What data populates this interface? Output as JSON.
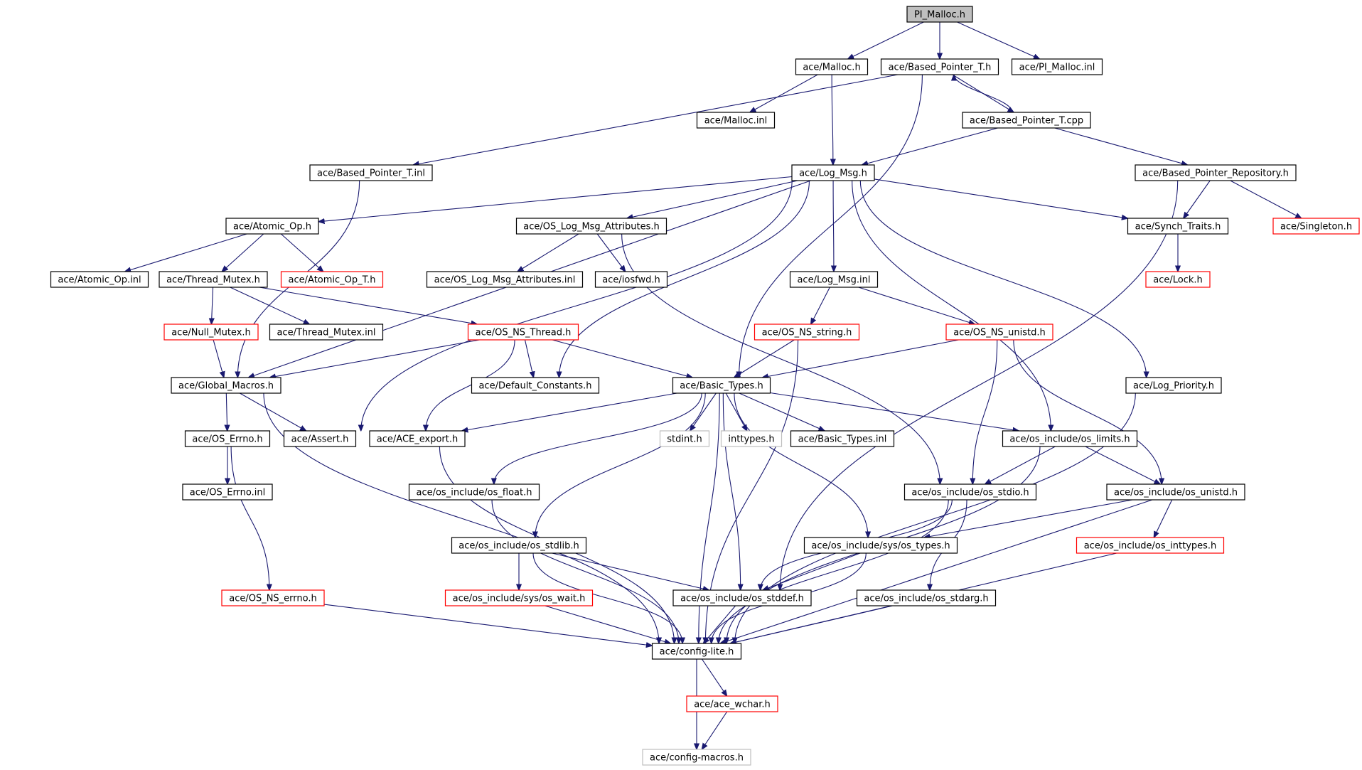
{
  "colors": {
    "edge": "#191970",
    "border_default": "#000000",
    "border_truncated": "#ff0000",
    "border_system": "#bfbfbf",
    "fill_root": "#bfbfbf",
    "fill_default": "#ffffff"
  },
  "nodes": [
    {
      "id": "pi_malloc_h",
      "label": "PI_Malloc.h",
      "kind": "root"
    },
    {
      "id": "ace_malloc_h",
      "label": "ace/Malloc.h",
      "kind": "default"
    },
    {
      "id": "ace_based_pointer_t_h",
      "label": "ace/Based_Pointer_T.h",
      "kind": "default"
    },
    {
      "id": "ace_pi_malloc_inl",
      "label": "ace/PI_Malloc.inl",
      "kind": "default"
    },
    {
      "id": "ace_malloc_inl",
      "label": "ace/Malloc.inl",
      "kind": "default"
    },
    {
      "id": "ace_based_pointer_t_cpp",
      "label": "ace/Based_Pointer_T.cpp",
      "kind": "default"
    },
    {
      "id": "ace_based_pointer_t_inl",
      "label": "ace/Based_Pointer_T.inl",
      "kind": "default"
    },
    {
      "id": "ace_log_msg_h",
      "label": "ace/Log_Msg.h",
      "kind": "default"
    },
    {
      "id": "ace_based_pointer_repository_h",
      "label": "ace/Based_Pointer_Repository.h",
      "kind": "default"
    },
    {
      "id": "ace_atomic_op_h",
      "label": "ace/Atomic_Op.h",
      "kind": "default"
    },
    {
      "id": "ace_os_log_msg_attributes_h",
      "label": "ace/OS_Log_Msg_Attributes.h",
      "kind": "default"
    },
    {
      "id": "ace_synch_traits_h",
      "label": "ace/Synch_Traits.h",
      "kind": "default"
    },
    {
      "id": "ace_singleton_h",
      "label": "ace/Singleton.h",
      "kind": "truncated"
    },
    {
      "id": "ace_atomic_op_inl",
      "label": "ace/Atomic_Op.inl",
      "kind": "default"
    },
    {
      "id": "ace_thread_mutex_h",
      "label": "ace/Thread_Mutex.h",
      "kind": "default"
    },
    {
      "id": "ace_atomic_op_t_h",
      "label": "ace/Atomic_Op_T.h",
      "kind": "truncated"
    },
    {
      "id": "ace_os_log_msg_attributes_inl",
      "label": "ace/OS_Log_Msg_Attributes.inl",
      "kind": "default"
    },
    {
      "id": "ace_iosfwd_h",
      "label": "ace/iosfwd.h",
      "kind": "default"
    },
    {
      "id": "ace_log_msg_inl",
      "label": "ace/Log_Msg.inl",
      "kind": "default"
    },
    {
      "id": "ace_lock_h",
      "label": "ace/Lock.h",
      "kind": "truncated"
    },
    {
      "id": "ace_null_mutex_h",
      "label": "ace/Null_Mutex.h",
      "kind": "truncated"
    },
    {
      "id": "ace_thread_mutex_inl",
      "label": "ace/Thread_Mutex.inl",
      "kind": "default"
    },
    {
      "id": "ace_os_ns_thread_h",
      "label": "ace/OS_NS_Thread.h",
      "kind": "truncated"
    },
    {
      "id": "ace_os_ns_string_h",
      "label": "ace/OS_NS_string.h",
      "kind": "truncated"
    },
    {
      "id": "ace_os_ns_unistd_h",
      "label": "ace/OS_NS_unistd.h",
      "kind": "truncated"
    },
    {
      "id": "ace_global_macros_h",
      "label": "ace/Global_Macros.h",
      "kind": "default"
    },
    {
      "id": "ace_default_constants_h",
      "label": "ace/Default_Constants.h",
      "kind": "default"
    },
    {
      "id": "ace_basic_types_h",
      "label": "ace/Basic_Types.h",
      "kind": "default"
    },
    {
      "id": "ace_log_priority_h",
      "label": "ace/Log_Priority.h",
      "kind": "default"
    },
    {
      "id": "ace_os_errno_h",
      "label": "ace/OS_Errno.h",
      "kind": "default"
    },
    {
      "id": "ace_assert_h",
      "label": "ace/Assert.h",
      "kind": "default"
    },
    {
      "id": "ace_ace_export_h",
      "label": "ace/ACE_export.h",
      "kind": "default"
    },
    {
      "id": "stdint_h",
      "label": "stdint.h",
      "kind": "system"
    },
    {
      "id": "inttypes_h",
      "label": "inttypes.h",
      "kind": "system"
    },
    {
      "id": "ace_basic_types_inl",
      "label": "ace/Basic_Types.inl",
      "kind": "default"
    },
    {
      "id": "ace_os_include_os_limits_h",
      "label": "ace/os_include/os_limits.h",
      "kind": "default"
    },
    {
      "id": "ace_os_errno_inl",
      "label": "ace/OS_Errno.inl",
      "kind": "default"
    },
    {
      "id": "ace_os_include_os_float_h",
      "label": "ace/os_include/os_float.h",
      "kind": "default"
    },
    {
      "id": "ace_os_include_os_stdio_h",
      "label": "ace/os_include/os_stdio.h",
      "kind": "default"
    },
    {
      "id": "ace_os_include_os_unistd_h",
      "label": "ace/os_include/os_unistd.h",
      "kind": "default"
    },
    {
      "id": "ace_os_include_os_stdlib_h",
      "label": "ace/os_include/os_stdlib.h",
      "kind": "default"
    },
    {
      "id": "ace_os_include_sys_os_types_h",
      "label": "ace/os_include/sys/os_types.h",
      "kind": "default"
    },
    {
      "id": "ace_os_include_os_inttypes_h",
      "label": "ace/os_include/os_inttypes.h",
      "kind": "truncated"
    },
    {
      "id": "ace_os_ns_errno_h",
      "label": "ace/OS_NS_errno.h",
      "kind": "truncated"
    },
    {
      "id": "ace_os_include_sys_os_wait_h",
      "label": "ace/os_include/sys/os_wait.h",
      "kind": "truncated"
    },
    {
      "id": "ace_os_include_os_stddef_h",
      "label": "ace/os_include/os_stddef.h",
      "kind": "default"
    },
    {
      "id": "ace_os_include_os_stdarg_h",
      "label": "ace/os_include/os_stdarg.h",
      "kind": "default"
    },
    {
      "id": "ace_config_lite_h",
      "label": "ace/config-lite.h",
      "kind": "default"
    },
    {
      "id": "ace_ace_wchar_h",
      "label": "ace/ace_wchar.h",
      "kind": "truncated"
    },
    {
      "id": "ace_config_macros_h",
      "label": "ace/config-macros.h",
      "kind": "system"
    }
  ],
  "edges": [
    [
      "pi_malloc_h",
      "ace_malloc_h"
    ],
    [
      "pi_malloc_h",
      "ace_based_pointer_t_h"
    ],
    [
      "pi_malloc_h",
      "ace_pi_malloc_inl"
    ],
    [
      "ace_malloc_h",
      "ace_malloc_inl"
    ],
    [
      "ace_malloc_h",
      "ace_log_msg_h"
    ],
    [
      "ace_based_pointer_t_h",
      "ace_based_pointer_t_inl"
    ],
    [
      "ace_based_pointer_t_h",
      "ace_based_pointer_t_cpp"
    ],
    [
      "ace_based_pointer_t_h",
      "ace_basic_types_h"
    ],
    [
      "ace_based_pointer_t_cpp",
      "ace_based_pointer_t_h"
    ],
    [
      "ace_based_pointer_t_cpp",
      "ace_log_msg_h"
    ],
    [
      "ace_based_pointer_t_cpp",
      "ace_based_pointer_repository_h"
    ],
    [
      "ace_based_pointer_t_inl",
      "ace_global_macros_h"
    ],
    [
      "ace_based_pointer_repository_h",
      "ace_synch_traits_h"
    ],
    [
      "ace_based_pointer_repository_h",
      "ace_singleton_h"
    ],
    [
      "ace_based_pointer_repository_h",
      "ace_os_include_os_stddef_h"
    ],
    [
      "ace_log_msg_h",
      "ace_atomic_op_h"
    ],
    [
      "ace_log_msg_h",
      "ace_os_log_msg_attributes_h"
    ],
    [
      "ace_log_msg_h",
      "ace_synch_traits_h"
    ],
    [
      "ace_log_msg_h",
      "ace_log_msg_inl"
    ],
    [
      "ace_log_msg_h",
      "ace_global_macros_h"
    ],
    [
      "ace_log_msg_h",
      "ace_assert_h"
    ],
    [
      "ace_log_msg_h",
      "ace_default_constants_h"
    ],
    [
      "ace_log_msg_h",
      "ace_log_priority_h"
    ],
    [
      "ace_log_msg_h",
      "ace_os_include_os_limits_h"
    ],
    [
      "ace_atomic_op_h",
      "ace_atomic_op_inl"
    ],
    [
      "ace_atomic_op_h",
      "ace_thread_mutex_h"
    ],
    [
      "ace_atomic_op_h",
      "ace_atomic_op_t_h"
    ],
    [
      "ace_os_log_msg_attributes_h",
      "ace_os_log_msg_attributes_inl"
    ],
    [
      "ace_os_log_msg_attributes_h",
      "ace_iosfwd_h"
    ],
    [
      "ace_os_log_msg_attributes_h",
      "ace_os_include_os_stdio_h"
    ],
    [
      "ace_synch_traits_h",
      "ace_lock_h"
    ],
    [
      "ace_thread_mutex_h",
      "ace_null_mutex_h"
    ],
    [
      "ace_thread_mutex_h",
      "ace_thread_mutex_inl"
    ],
    [
      "ace_thread_mutex_h",
      "ace_os_ns_thread_h"
    ],
    [
      "ace_null_mutex_h",
      "ace_global_macros_h"
    ],
    [
      "ace_os_ns_thread_h",
      "ace_global_macros_h"
    ],
    [
      "ace_os_ns_thread_h",
      "ace_default_constants_h"
    ],
    [
      "ace_os_ns_thread_h",
      "ace_basic_types_h"
    ],
    [
      "ace_os_ns_thread_h",
      "ace_ace_export_h"
    ],
    [
      "ace_log_msg_inl",
      "ace_os_ns_string_h"
    ],
    [
      "ace_log_msg_inl",
      "ace_os_ns_unistd_h"
    ],
    [
      "ace_os_ns_string_h",
      "ace_basic_types_h"
    ],
    [
      "ace_os_ns_string_h",
      "ace_config_lite_h"
    ],
    [
      "ace_os_ns_unistd_h",
      "ace_basic_types_h"
    ],
    [
      "ace_os_ns_unistd_h",
      "ace_os_include_os_stdio_h"
    ],
    [
      "ace_os_ns_unistd_h",
      "ace_os_include_os_unistd_h"
    ],
    [
      "ace_global_macros_h",
      "ace_os_errno_h"
    ],
    [
      "ace_global_macros_h",
      "ace_assert_h"
    ],
    [
      "ace_global_macros_h",
      "ace_config_lite_h"
    ],
    [
      "ace_os_errno_h",
      "ace_os_errno_inl"
    ],
    [
      "ace_os_errno_h",
      "ace_os_ns_errno_h"
    ],
    [
      "ace_os_ns_errno_h",
      "ace_config_lite_h"
    ],
    [
      "ace_basic_types_h",
      "ace_ace_export_h"
    ],
    [
      "ace_basic_types_h",
      "stdint_h"
    ],
    [
      "ace_basic_types_h",
      "inttypes_h"
    ],
    [
      "ace_basic_types_h",
      "ace_basic_types_inl"
    ],
    [
      "ace_basic_types_h",
      "ace_os_include_os_limits_h"
    ],
    [
      "ace_basic_types_h",
      "ace_os_include_os_float_h"
    ],
    [
      "ace_basic_types_h",
      "ace_os_include_os_stdlib_h"
    ],
    [
      "ace_basic_types_h",
      "ace_os_include_sys_os_types_h"
    ],
    [
      "ace_basic_types_h",
      "ace_os_include_os_stddef_h"
    ],
    [
      "ace_basic_types_h",
      "ace_config_lite_h"
    ],
    [
      "ace_ace_export_h",
      "ace_config_lite_h"
    ],
    [
      "ace_log_priority_h",
      "ace_config_lite_h"
    ],
    [
      "ace_os_include_os_limits_h",
      "ace_os_include_os_stdio_h"
    ],
    [
      "ace_os_include_os_limits_h",
      "ace_os_include_os_unistd_h"
    ],
    [
      "ace_os_include_os_limits_h",
      "ace_config_lite_h"
    ],
    [
      "ace_os_include_os_float_h",
      "ace_config_lite_h"
    ],
    [
      "ace_os_include_os_stdio_h",
      "ace_os_include_os_stddef_h"
    ],
    [
      "ace_os_include_os_stdio_h",
      "ace_os_include_os_stdarg_h"
    ],
    [
      "ace_os_include_os_stdio_h",
      "ace_config_lite_h"
    ],
    [
      "ace_os_include_os_unistd_h",
      "ace_os_include_sys_os_types_h"
    ],
    [
      "ace_os_include_os_unistd_h",
      "ace_os_include_os_inttypes_h"
    ],
    [
      "ace_os_include_os_unistd_h",
      "ace_config_lite_h"
    ],
    [
      "ace_os_include_os_stdlib_h",
      "ace_os_include_sys_os_wait_h"
    ],
    [
      "ace_os_include_os_stdlib_h",
      "ace_os_include_os_stddef_h"
    ],
    [
      "ace_os_include_os_stdlib_h",
      "ace_config_lite_h"
    ],
    [
      "ace_os_include_sys_os_types_h",
      "ace_os_include_os_stddef_h"
    ],
    [
      "ace_os_include_sys_os_types_h",
      "ace_config_lite_h"
    ],
    [
      "ace_os_include_os_inttypes_h",
      "ace_config_lite_h"
    ],
    [
      "ace_os_include_sys_os_wait_h",
      "ace_config_lite_h"
    ],
    [
      "ace_os_include_os_stddef_h",
      "ace_config_lite_h"
    ],
    [
      "ace_os_include_os_stdarg_h",
      "ace_config_lite_h"
    ],
    [
      "ace_config_lite_h",
      "ace_ace_wchar_h"
    ],
    [
      "ace_config_lite_h",
      "ace_config_macros_h"
    ],
    [
      "ace_ace_wchar_h",
      "ace_config_macros_h"
    ]
  ]
}
